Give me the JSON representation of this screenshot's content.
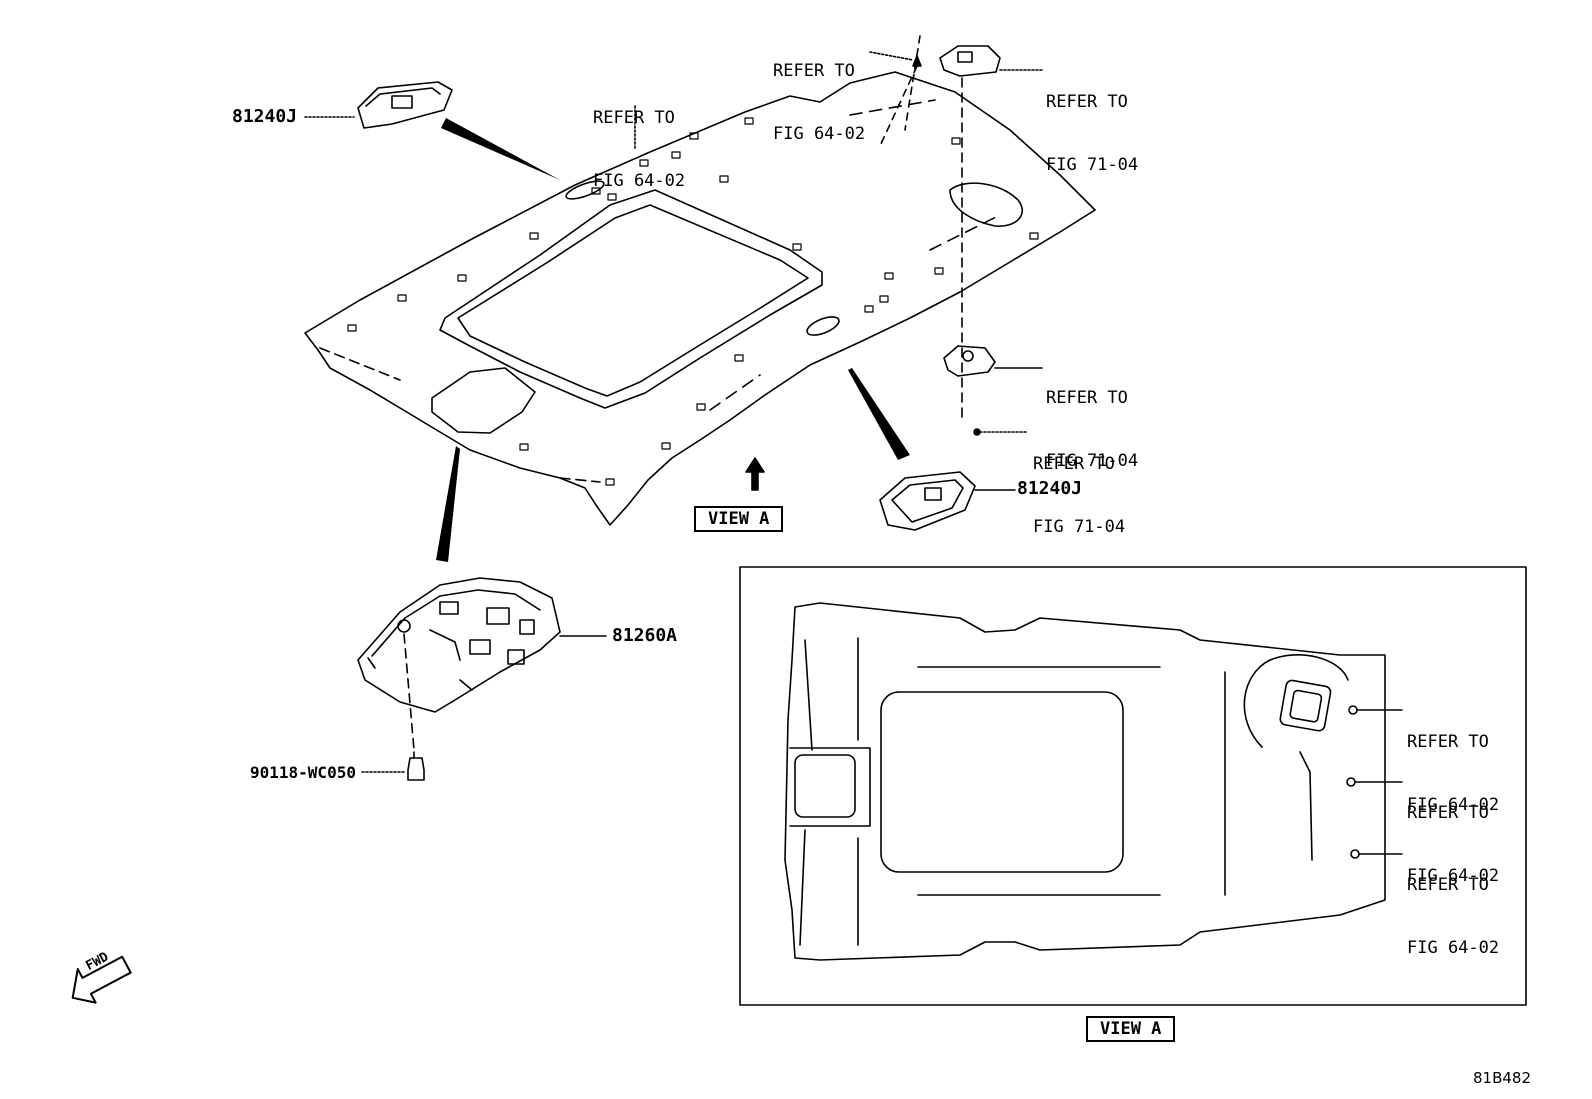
{
  "callouts": {
    "top_left_part": "81240J",
    "refer_top_center": [
      "REFER TO",
      "FIG 64-02"
    ],
    "refer_top_pin": [
      "REFER TO",
      "FIG 64-02"
    ],
    "refer_top_lamp": [
      "REFER TO",
      "FIG 71-04"
    ],
    "refer_mid_lamp": [
      "REFER TO",
      "FIG 71-04"
    ],
    "refer_mid_screw": [
      "REFER TO",
      "FIG 71-04"
    ],
    "right_part": "81240J",
    "console_part": "81260A",
    "screw_part": "90118-WC050",
    "view_a_arrow_label": "VIEW A",
    "view_a_caption": "VIEW A",
    "inset_refer_1": [
      "REFER TO",
      "FIG 64-02"
    ],
    "inset_refer_2": [
      "REFER TO",
      "FIG 64-02"
    ],
    "inset_refer_3": [
      "REFER TO",
      "FIG 64-02"
    ],
    "fwd_label": "FWD",
    "figure_code": "81B482"
  }
}
